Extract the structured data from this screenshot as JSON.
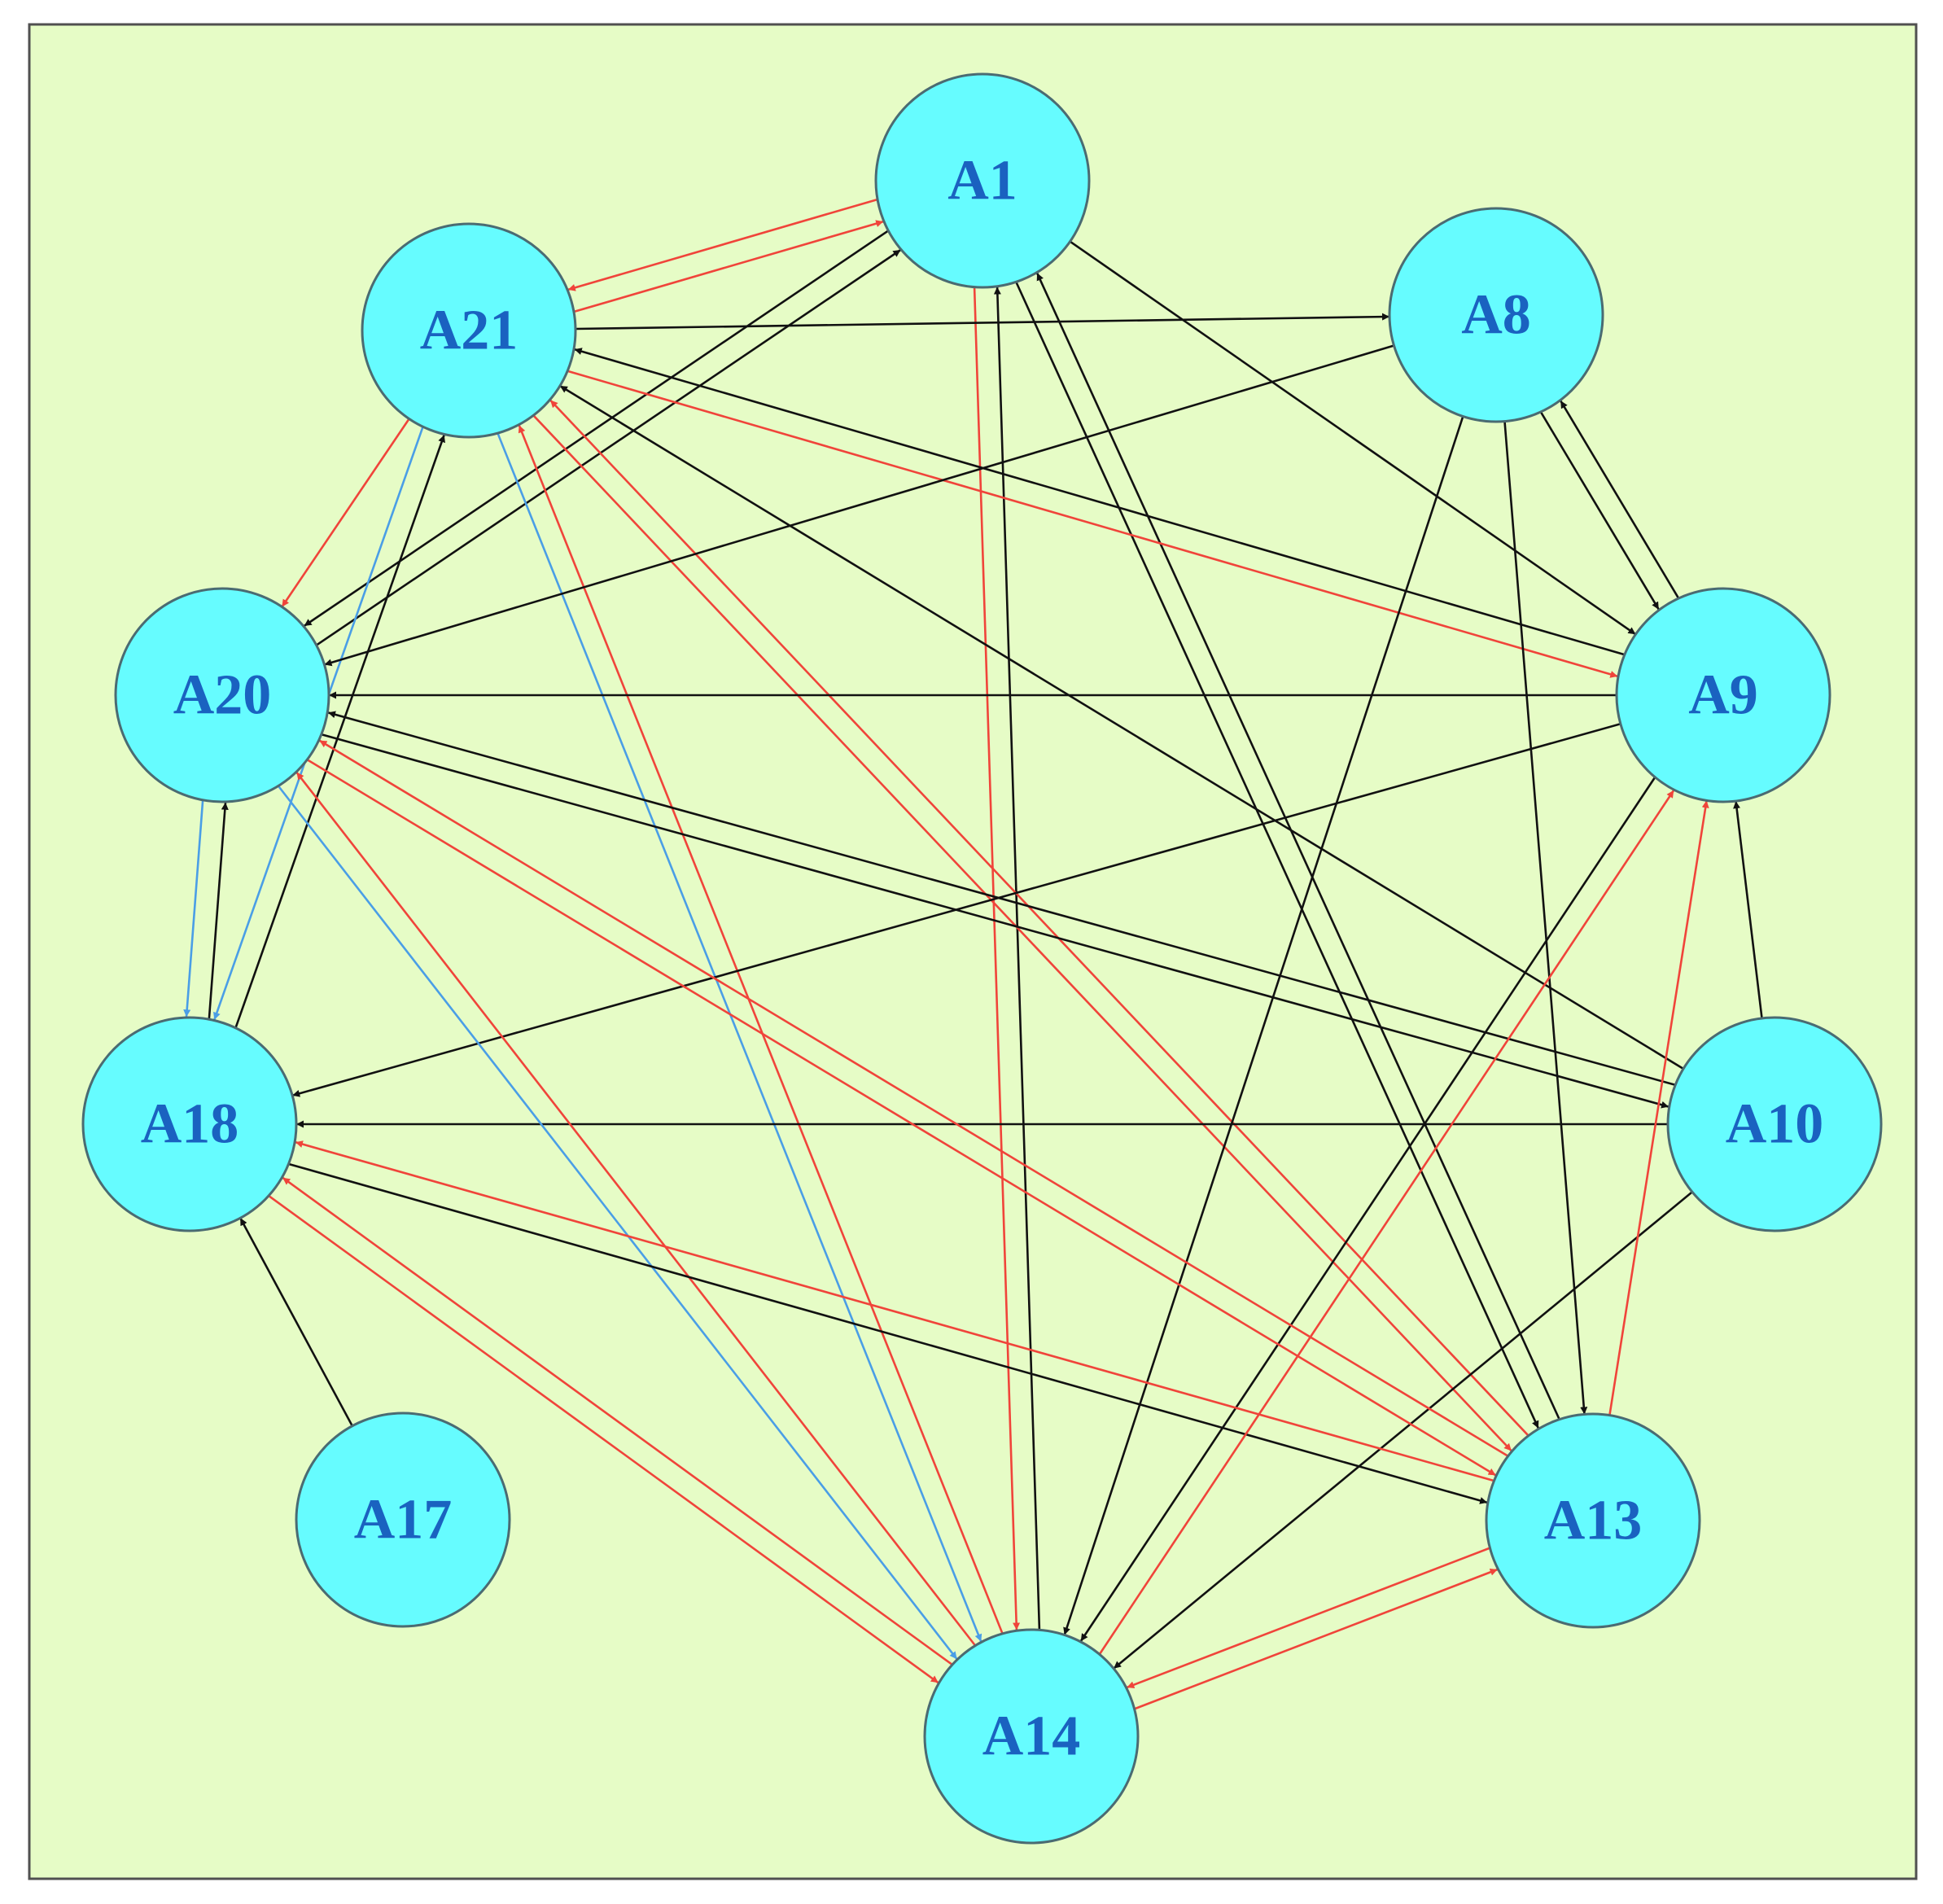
{
  "diagram": {
    "colors": {
      "panel_background": "#e6fcc6",
      "panel_border": "#505050",
      "node_fill": "#66fcff",
      "node_stroke": "#4a6b72",
      "node_label": "#1a62c0",
      "edge_black": "#111111",
      "edge_red": "#f0443a",
      "edge_blue": "#4a9ee6"
    },
    "nodes": [
      {
        "id": "A1",
        "label": "A1"
      },
      {
        "id": "A8",
        "label": "A8"
      },
      {
        "id": "A9",
        "label": "A9"
      },
      {
        "id": "A10",
        "label": "A10"
      },
      {
        "id": "A13",
        "label": "A13"
      },
      {
        "id": "A14",
        "label": "A14"
      },
      {
        "id": "A17",
        "label": "A17"
      },
      {
        "id": "A18",
        "label": "A18"
      },
      {
        "id": "A20",
        "label": "A20"
      },
      {
        "id": "A21",
        "label": "A21"
      }
    ],
    "edges": [
      {
        "from": "A1",
        "to": "A21",
        "color": "red"
      },
      {
        "from": "A21",
        "to": "A1",
        "color": "red"
      },
      {
        "from": "A20",
        "to": "A1",
        "color": "black"
      },
      {
        "from": "A1",
        "to": "A20",
        "color": "black"
      },
      {
        "from": "A1",
        "to": "A9",
        "color": "black"
      },
      {
        "from": "A1",
        "to": "A13",
        "color": "black"
      },
      {
        "from": "A1",
        "to": "A14",
        "color": "red"
      },
      {
        "from": "A14",
        "to": "A1",
        "color": "black"
      },
      {
        "from": "A13",
        "to": "A1",
        "color": "black"
      },
      {
        "from": "A21",
        "to": "A8",
        "color": "black"
      },
      {
        "from": "A21",
        "to": "A20",
        "color": "red"
      },
      {
        "from": "A21",
        "to": "A9",
        "color": "red"
      },
      {
        "from": "A21",
        "to": "A18",
        "color": "blue"
      },
      {
        "from": "A21",
        "to": "A14",
        "color": "blue"
      },
      {
        "from": "A21",
        "to": "A13",
        "color": "red"
      },
      {
        "from": "A18",
        "to": "A21",
        "color": "black"
      },
      {
        "from": "A14",
        "to": "A21",
        "color": "red"
      },
      {
        "from": "A13",
        "to": "A21",
        "color": "red"
      },
      {
        "from": "A9",
        "to": "A21",
        "color": "black"
      },
      {
        "from": "A10",
        "to": "A21",
        "color": "black"
      },
      {
        "from": "A8",
        "to": "A20",
        "color": "black"
      },
      {
        "from": "A8",
        "to": "A9",
        "color": "black"
      },
      {
        "from": "A9",
        "to": "A8",
        "color": "black"
      },
      {
        "from": "A8",
        "to": "A13",
        "color": "black"
      },
      {
        "from": "A8",
        "to": "A14",
        "color": "black"
      },
      {
        "from": "A9",
        "to": "A20",
        "color": "black"
      },
      {
        "from": "A9",
        "to": "A18",
        "color": "black"
      },
      {
        "from": "A9",
        "to": "A14",
        "color": "black"
      },
      {
        "from": "A10",
        "to": "A9",
        "color": "black"
      },
      {
        "from": "A10",
        "to": "A20",
        "color": "black"
      },
      {
        "from": "A10",
        "to": "A18",
        "color": "black"
      },
      {
        "from": "A10",
        "to": "A14",
        "color": "black"
      },
      {
        "from": "A20",
        "to": "A10",
        "color": "black"
      },
      {
        "from": "A20",
        "to": "A18",
        "color": "blue"
      },
      {
        "from": "A20",
        "to": "A13",
        "color": "red"
      },
      {
        "from": "A20",
        "to": "A14",
        "color": "blue"
      },
      {
        "from": "A18",
        "to": "A20",
        "color": "black"
      },
      {
        "from": "A14",
        "to": "A20",
        "color": "red"
      },
      {
        "from": "A13",
        "to": "A20",
        "color": "red"
      },
      {
        "from": "A18",
        "to": "A14",
        "color": "red"
      },
      {
        "from": "A18",
        "to": "A13",
        "color": "black"
      },
      {
        "from": "A14",
        "to": "A18",
        "color": "red"
      },
      {
        "from": "A13",
        "to": "A18",
        "color": "red"
      },
      {
        "from": "A17",
        "to": "A18",
        "color": "black"
      },
      {
        "from": "A13",
        "to": "A9",
        "color": "red"
      },
      {
        "from": "A14",
        "to": "A9",
        "color": "red"
      },
      {
        "from": "A13",
        "to": "A14",
        "color": "red"
      },
      {
        "from": "A14",
        "to": "A13",
        "color": "red"
      }
    ]
  }
}
